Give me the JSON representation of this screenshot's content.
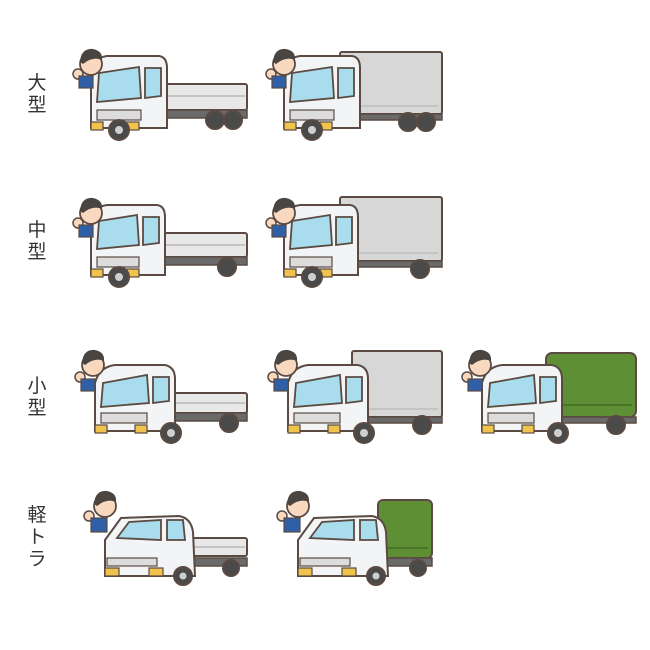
{
  "rows": [
    {
      "label": "大型",
      "trucks": [
        "flatbed",
        "box"
      ]
    },
    {
      "label": "中型",
      "trucks": [
        "flatbed",
        "box"
      ]
    },
    {
      "label": "小型",
      "trucks": [
        "flatbed",
        "box",
        "canvas-top"
      ]
    },
    {
      "label": "軽トラ",
      "trucks": [
        "kei-flatbed",
        "kei-canvas-top"
      ]
    }
  ],
  "colors": {
    "cab": "#f2f4f6",
    "window": "#a9dcec",
    "box": "#d7d7d7",
    "canvas": "#5f8f34",
    "bumper": "#f0c44c",
    "outline": "#5a4a42",
    "skin": "#f8d8bf",
    "hair": "#4a4541",
    "shirt": "#2f5fa6"
  }
}
